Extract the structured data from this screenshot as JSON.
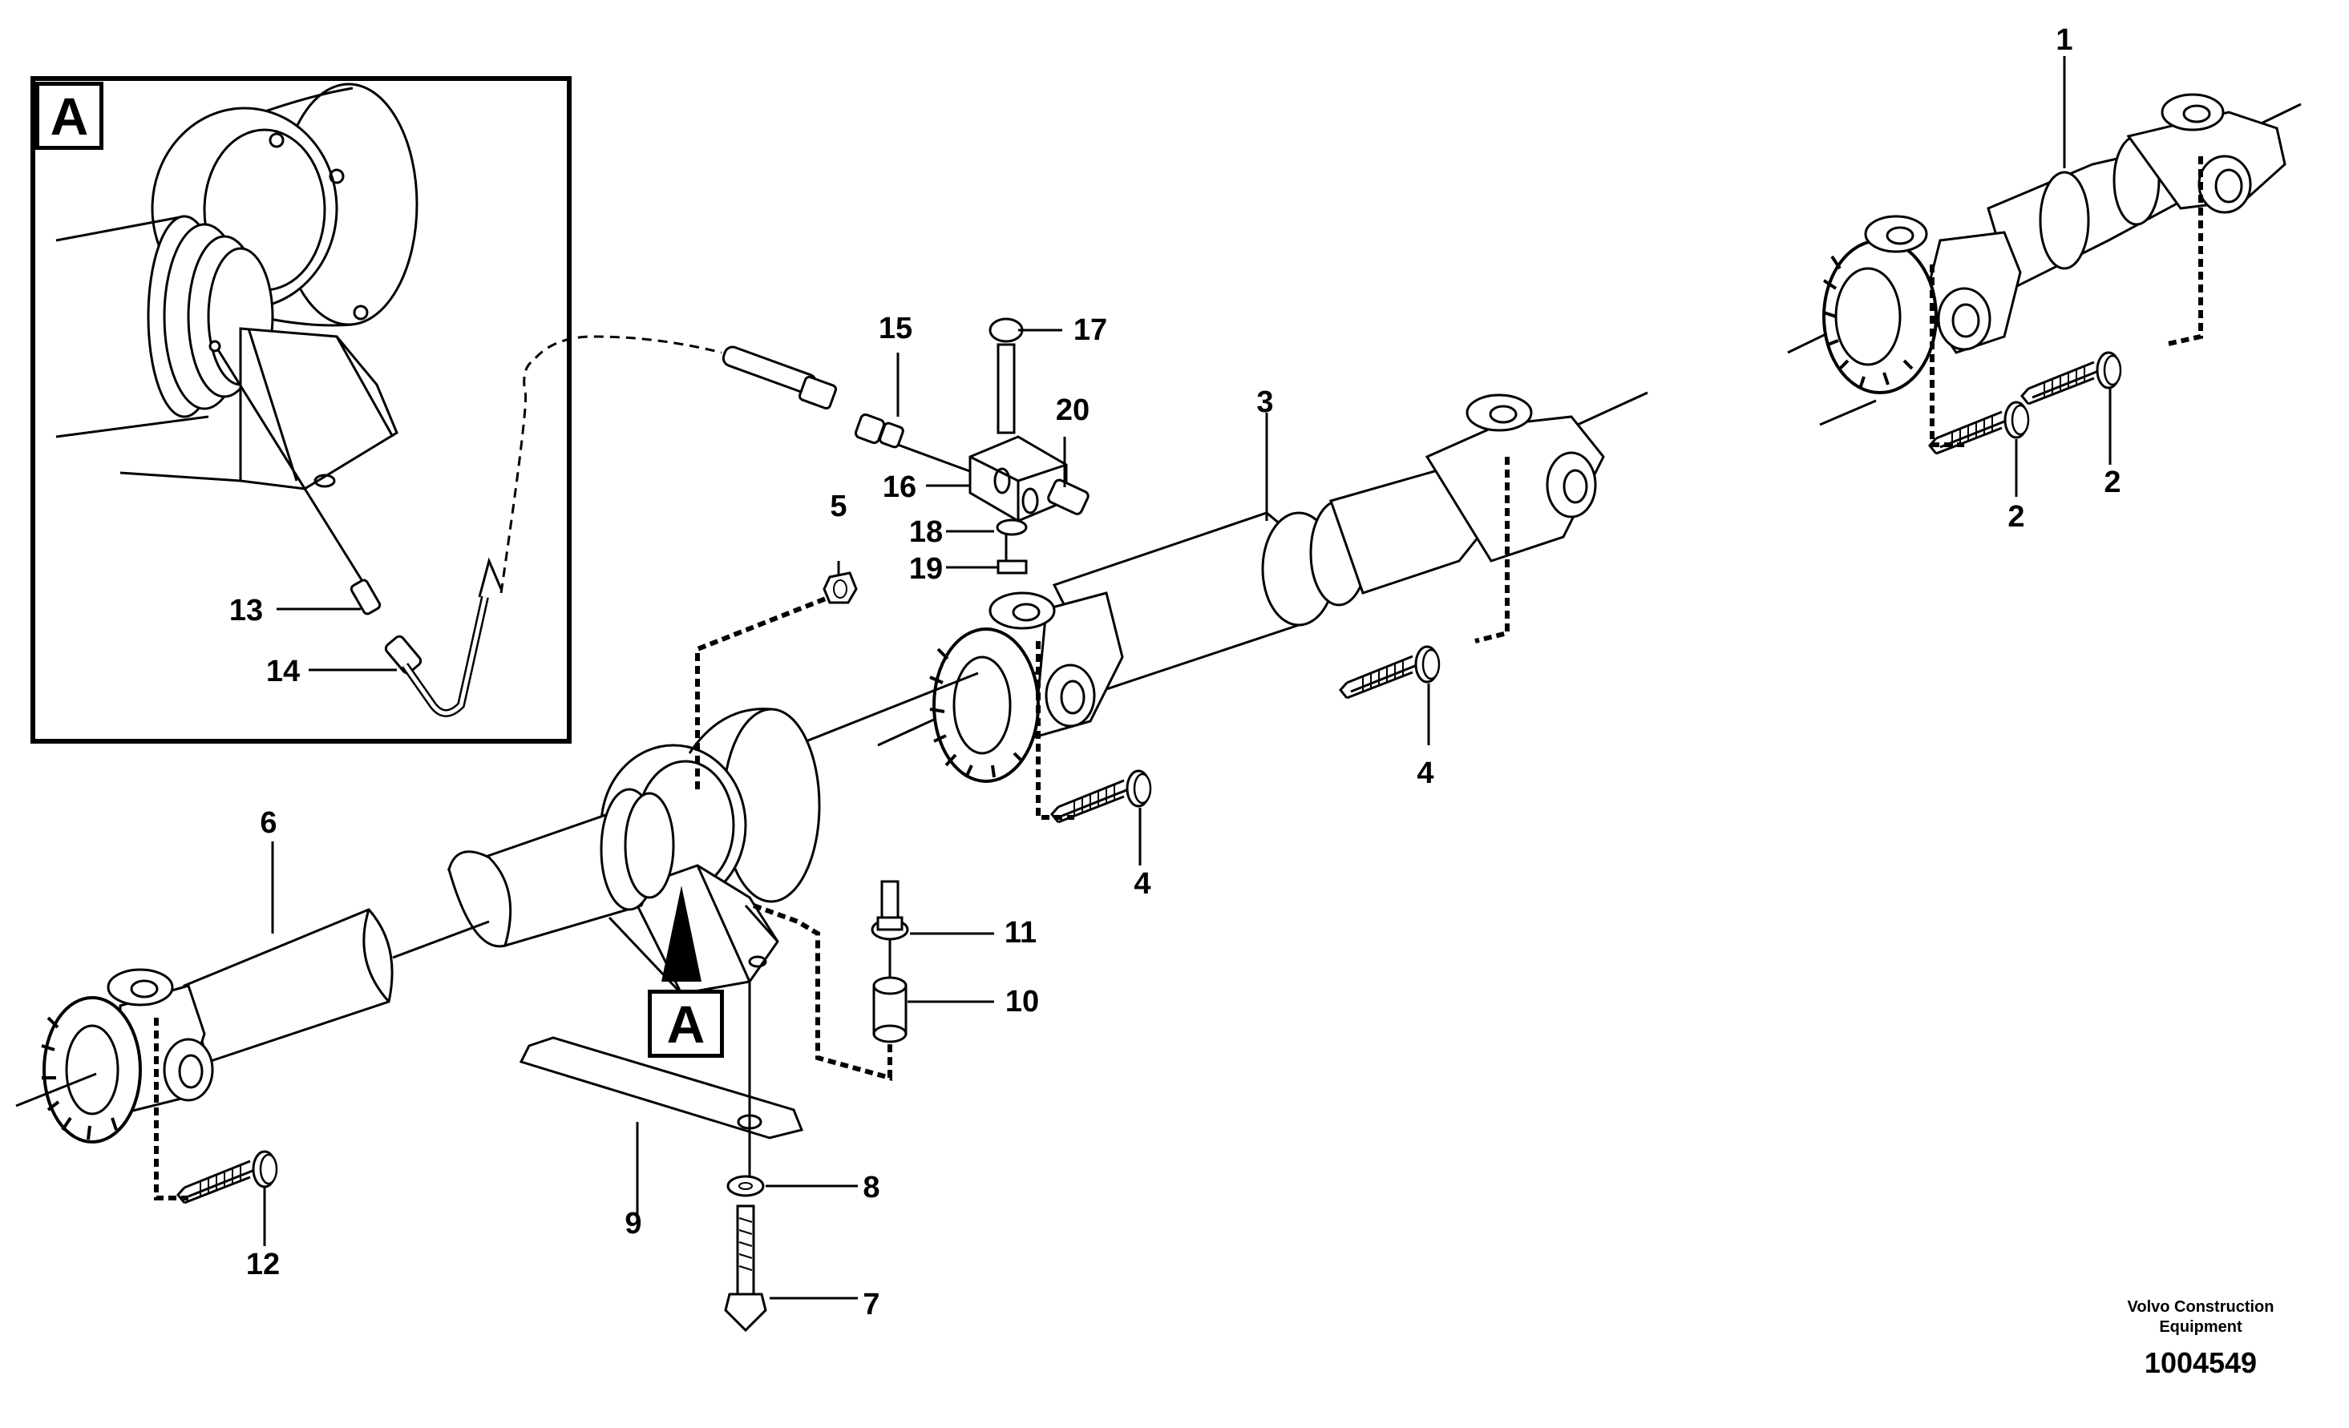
{
  "diagram": {
    "detail_letter": "A",
    "callouts": {
      "c1": "1",
      "c2a": "2",
      "c2b": "2",
      "c3": "3",
      "c4a": "4",
      "c4b": "4",
      "c5": "5",
      "c6": "6",
      "c7": "7",
      "c8": "8",
      "c9": "9",
      "c10": "10",
      "c11": "11",
      "c12": "12",
      "c13": "13",
      "c14": "14",
      "c15": "15",
      "c16": "16",
      "c17": "17",
      "c18": "18",
      "c19": "19",
      "c20": "20"
    },
    "credit_line1": "Volvo Construction",
    "credit_line2": "Equipment",
    "drawing_number": "1004549"
  }
}
